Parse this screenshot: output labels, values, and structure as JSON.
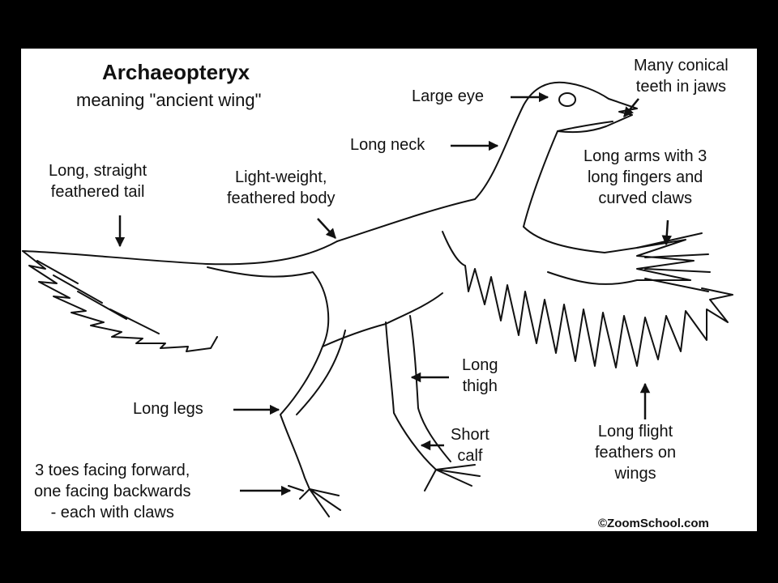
{
  "diagram": {
    "title": "Archaeopteryx",
    "subtitle": "meaning \"ancient wing\"",
    "credit": "©ZoomSchool.com",
    "labels": {
      "tail": "Long, straight\nfeathered tail",
      "body": "Light-weight,\nfeathered body",
      "neck": "Long neck",
      "eye": "Large eye",
      "teeth": "Many conical\nteeth in jaws",
      "arms": "Long arms with 3\nlong fingers and\ncurved claws",
      "thigh": "Long\nthigh",
      "legs": "Long legs",
      "calf": "Short\ncalf",
      "flight_feathers": "Long flight\nfeathers on\nwings",
      "toes": "3 toes facing forward,\none facing backwards\n- each with claws"
    }
  },
  "colors": {
    "background": "#000000",
    "panel": "#ffffff",
    "ink": "#111111"
  }
}
